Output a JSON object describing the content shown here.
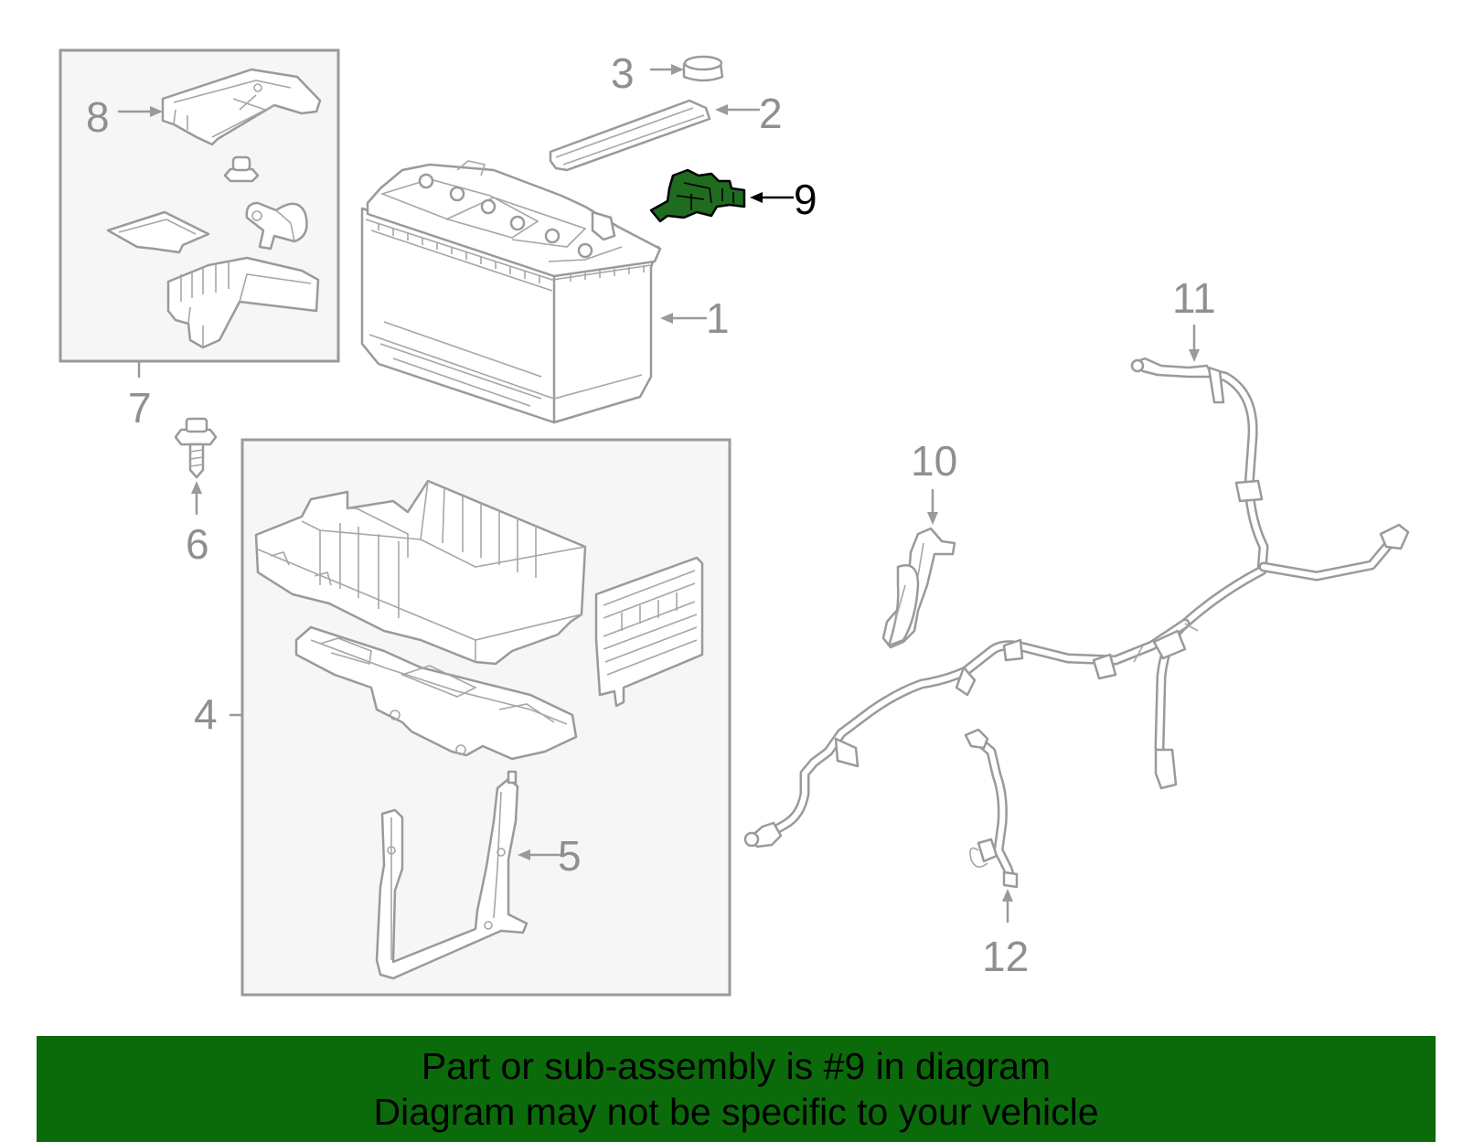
{
  "diagram": {
    "highlight_color": "#1f6b1f",
    "callouts": {
      "c1": "1",
      "c2": "2",
      "c3": "3",
      "c4": "4",
      "c5": "5",
      "c6": "6",
      "c7": "7",
      "c8": "8",
      "c9": "9",
      "c10": "10",
      "c11": "11",
      "c12": "12"
    },
    "highlighted_part": "9"
  },
  "banner": {
    "line1": "Part or sub-assembly is #9 in diagram",
    "line2": "Diagram may not be specific to your vehicle",
    "background": "#0b6b0b"
  }
}
